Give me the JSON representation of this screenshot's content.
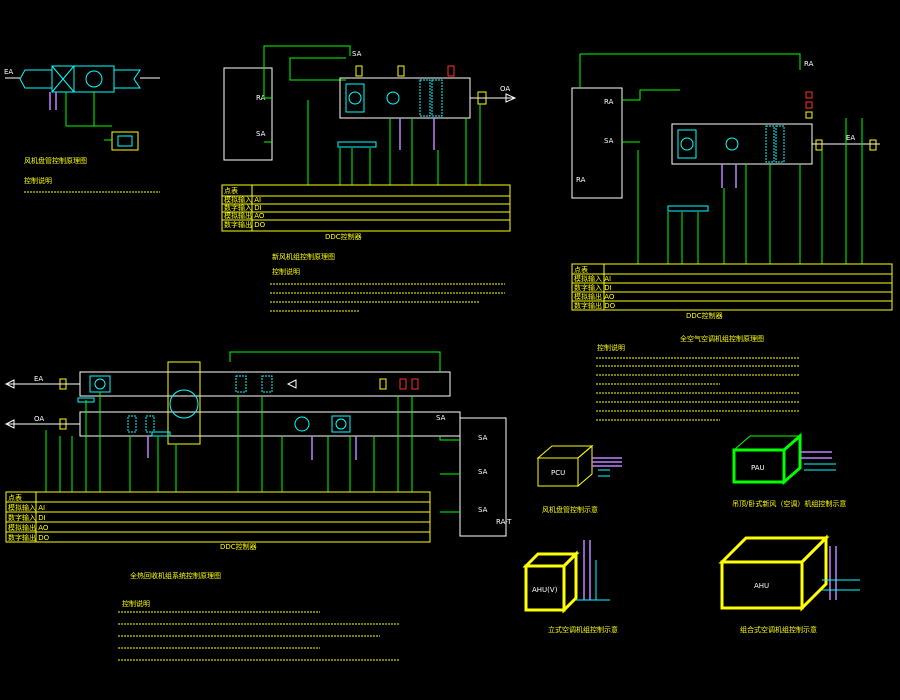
{
  "labels": {
    "ea": "EA",
    "oa": "OA",
    "sa": "SA",
    "ra": "RA",
    "pcu": "PCU",
    "pau": "PAU",
    "ahu_v": "AHU(V)",
    "ahu": "AHU",
    "ddc": "DDC控制器",
    "rat": "RA-T"
  },
  "titles": {
    "fan_coil": "风机盘管控制原理图",
    "fresh_air": "新风机组控制原理图",
    "full_air": "全空气空调机组控制原理图",
    "heat_recovery": "全热回收机组系统控制原理图",
    "fcu_schematic": "风机盘管控制示意",
    "ceiling_unit": "吊顶/卧式新风（空调）机组控制示意",
    "vertical_ahu": "立式空调机组控制示意",
    "combined_ahu": "组合式空调机组控制示意"
  },
  "notes_heading": "控制说明",
  "table_rows": {
    "header": "点表",
    "r1": "模拟输入 AI",
    "r2": "数字输入 DI",
    "r3": "模拟输出 AO",
    "r4": "数字输出 DO"
  },
  "colors": {
    "white": "#ffffff",
    "green": "#00ff00",
    "yellow": "#ffff00",
    "cyan": "#00ffff",
    "magenta": "#c080ff",
    "red": "#ff3030"
  }
}
